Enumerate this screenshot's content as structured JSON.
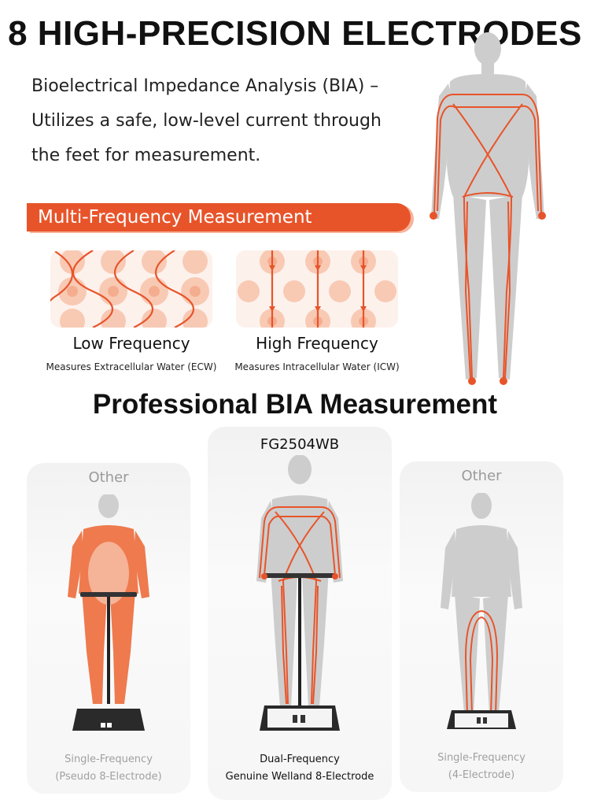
{
  "header": {
    "title": "8 HIGH-PRECISION ELECTRODES",
    "intro_lines": [
      "Bioelectrical Impedance Analysis (BIA) –",
      "Utilizes a safe, low-level current through",
      "the feet for measurement."
    ]
  },
  "multi_frequency": {
    "banner": "Multi-Frequency Measurement",
    "low": {
      "label": "Low Frequency",
      "desc": "Measures Extracellular Water (ECW)"
    },
    "high": {
      "label": "High Frequency",
      "desc": "Measures Intracellular Water (ICW)"
    }
  },
  "comparison": {
    "title": "Professional BIA Measurement",
    "cards": [
      {
        "tag": "Other",
        "caption_1": "Single-Frequency",
        "caption_2": "(Pseudo 8-Electrode)"
      },
      {
        "tag": "FG2504WB",
        "caption_1": "Dual-Frequency",
        "caption_2": "Genuine Welland 8-Electrode"
      },
      {
        "tag": "Other",
        "caption_1": "Single-Frequency",
        "caption_2": "(4-Electrode)"
      }
    ]
  },
  "colors": {
    "accent": "#e8542a",
    "current_line": "#e8542a",
    "figure_gray": "#c9c9c9",
    "muted_text": "#9a9a9a"
  }
}
